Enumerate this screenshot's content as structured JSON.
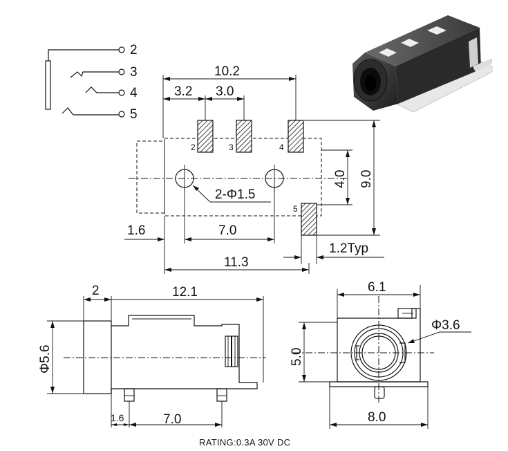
{
  "schematic": {
    "terminals": [
      "2",
      "3",
      "4",
      "5"
    ]
  },
  "footprint": {
    "pad_labels": [
      "2",
      "3",
      "4",
      "5"
    ],
    "dim_overall_pads": "10.2",
    "dim_pitch_a": "3.2",
    "dim_pitch_b": "3.0",
    "dim_height_total": "9.0",
    "dim_height_holes": "4.0",
    "hole_callout": "2-Φ1.5",
    "dim_left_offset": "1.6",
    "dim_hole_spacing": "7.0",
    "dim_pad_width": "1.2Typ",
    "dim_overall_length": "11.3"
  },
  "side_view": {
    "dim_flange": "2",
    "dim_body_length": "12.1",
    "dim_diameter": "Φ5.6",
    "dim_leg_offset": "1.6",
    "dim_leg_spacing": "7.0"
  },
  "front_view": {
    "dim_top_width": "6.1",
    "dim_bore": "Φ3.6",
    "dim_height": "5.0",
    "dim_base_width": "8.0"
  },
  "footer": {
    "rating": "RATING:0.3A 30V DC"
  },
  "photo": {
    "icon": "audio-jack-photo-icon"
  }
}
